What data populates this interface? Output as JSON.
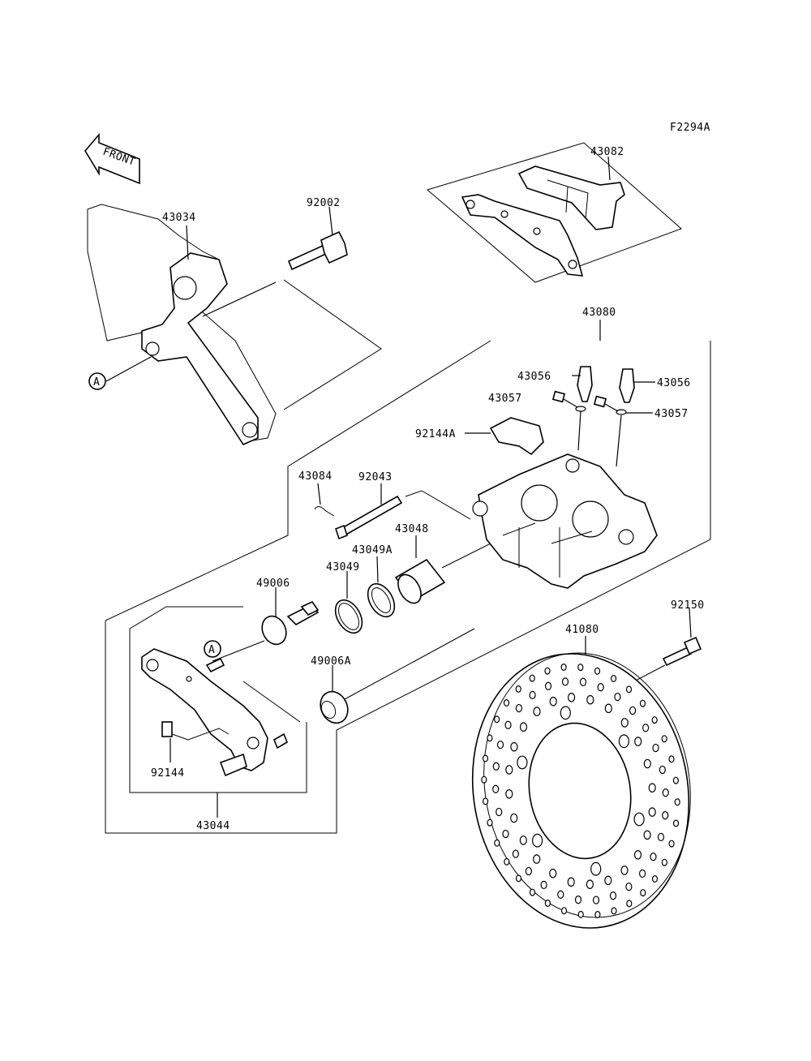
{
  "diagram": {
    "code": "F2294A",
    "front_label": "FRONT",
    "ref_marker": "A",
    "part_numbers": [
      "43082",
      "43034",
      "92002",
      "43080",
      "43056",
      "43056",
      "43057",
      "43057",
      "92144A",
      "43084",
      "92043",
      "43048",
      "43049A",
      "43049",
      "49006",
      "49006A",
      "92144",
      "43044",
      "92150",
      "41080"
    ]
  }
}
